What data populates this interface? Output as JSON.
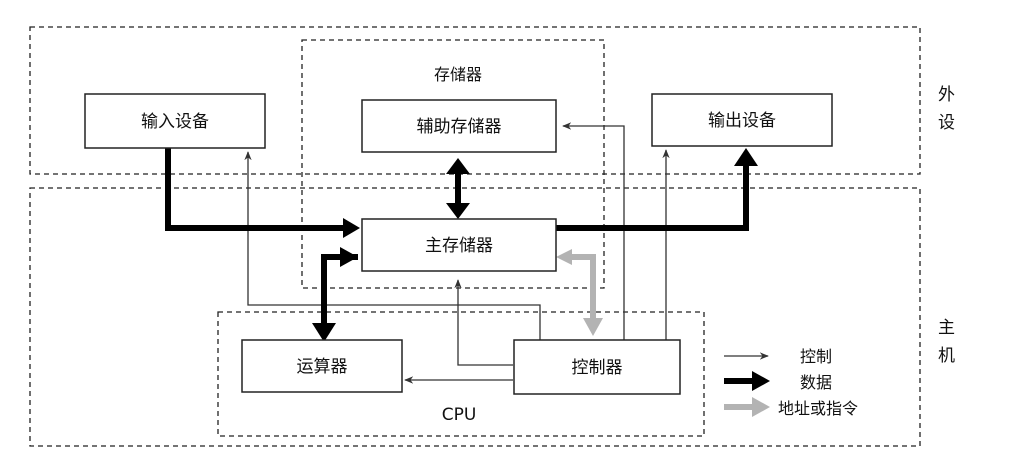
{
  "labels": {
    "input_device": "输入设备",
    "auxiliary_storage": "辅助存储器",
    "output_device": "输出设备",
    "main_memory": "主存储器",
    "alu": "运算器",
    "controller": "控制器",
    "storage_group": "存储器",
    "cpu_group": "CPU",
    "peripheral_1": "外",
    "peripheral_2": "设",
    "host_1": "主",
    "host_2": "机"
  },
  "legend": {
    "control": "控制",
    "data": "数据",
    "address": "地址或指令"
  },
  "colors": {
    "data_arrow": "#000000",
    "control_arrow": "#333333",
    "address_arrow": "#b3b3b3",
    "border": "#222222"
  }
}
